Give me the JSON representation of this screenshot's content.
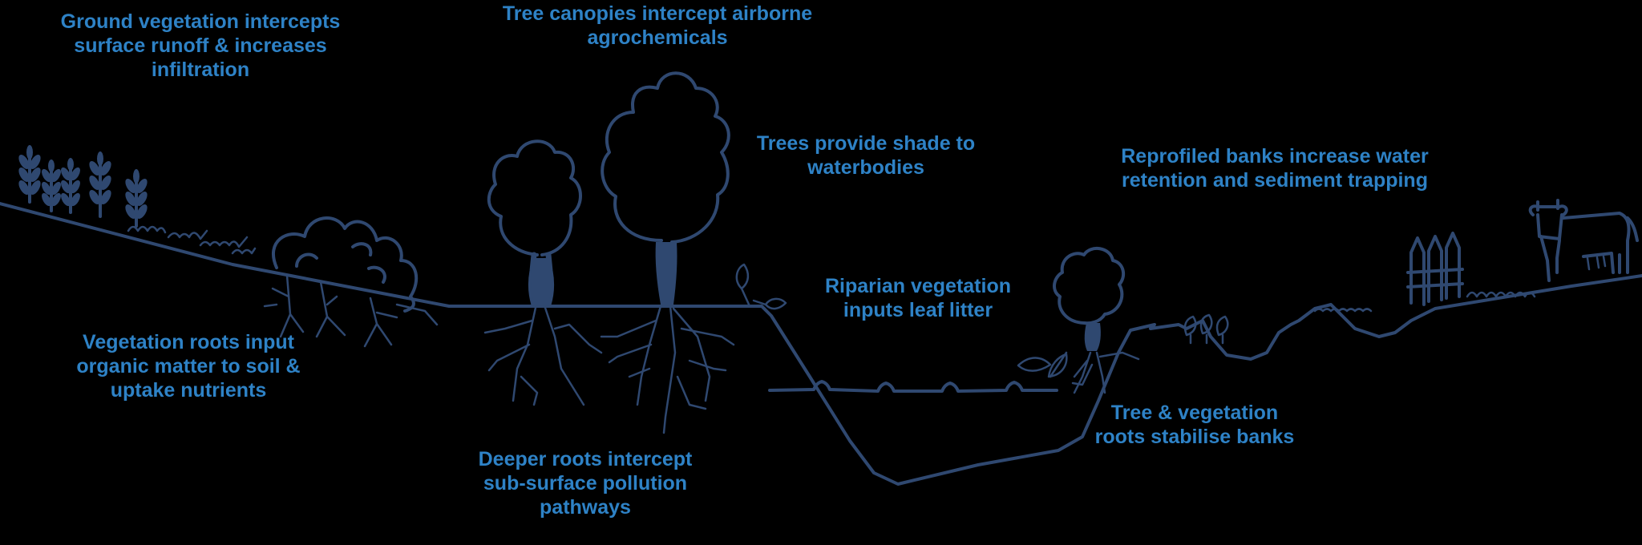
{
  "diagram": {
    "colors": {
      "background": "#000000",
      "label_text": "#2e82c6",
      "line_art": "#2f4870"
    },
    "labels": [
      {
        "id": "ground-vegetation",
        "lines": [
          "Ground vegetation intercepts",
          "surface runoff & increases",
          "infiltration"
        ]
      },
      {
        "id": "tree-canopies",
        "lines": [
          "Tree canopies intercept airborne",
          "agrochemicals"
        ]
      },
      {
        "id": "trees-shade",
        "lines": [
          "Trees provide shade to",
          "waterbodies"
        ]
      },
      {
        "id": "reprofiled-banks",
        "lines": [
          "Reprofiled banks increase water",
          "retention and sediment trapping"
        ]
      },
      {
        "id": "riparian-vegetation",
        "lines": [
          "Riparian vegetation",
          "inputs leaf litter"
        ]
      },
      {
        "id": "vegetation-roots",
        "lines": [
          "Vegetation roots input",
          "organic matter to soil &",
          "uptake nutrients"
        ]
      },
      {
        "id": "deeper-roots",
        "lines": [
          "Deeper roots intercept",
          "sub-surface pollution",
          "pathways"
        ]
      },
      {
        "id": "bank-roots",
        "lines": [
          "Tree & vegetation",
          "roots stabilise banks"
        ]
      }
    ],
    "illustrations": [
      "wheat-crops-icon",
      "ground-cover-icon",
      "hedge-bush-icon",
      "small-tree-icon",
      "large-tree-icon",
      "seedling-icon",
      "river-channel-icon",
      "water-surface-icon",
      "bank-tree-icon",
      "bank-plants-icon",
      "pond-icon",
      "fence-icon",
      "cow-icon"
    ]
  }
}
